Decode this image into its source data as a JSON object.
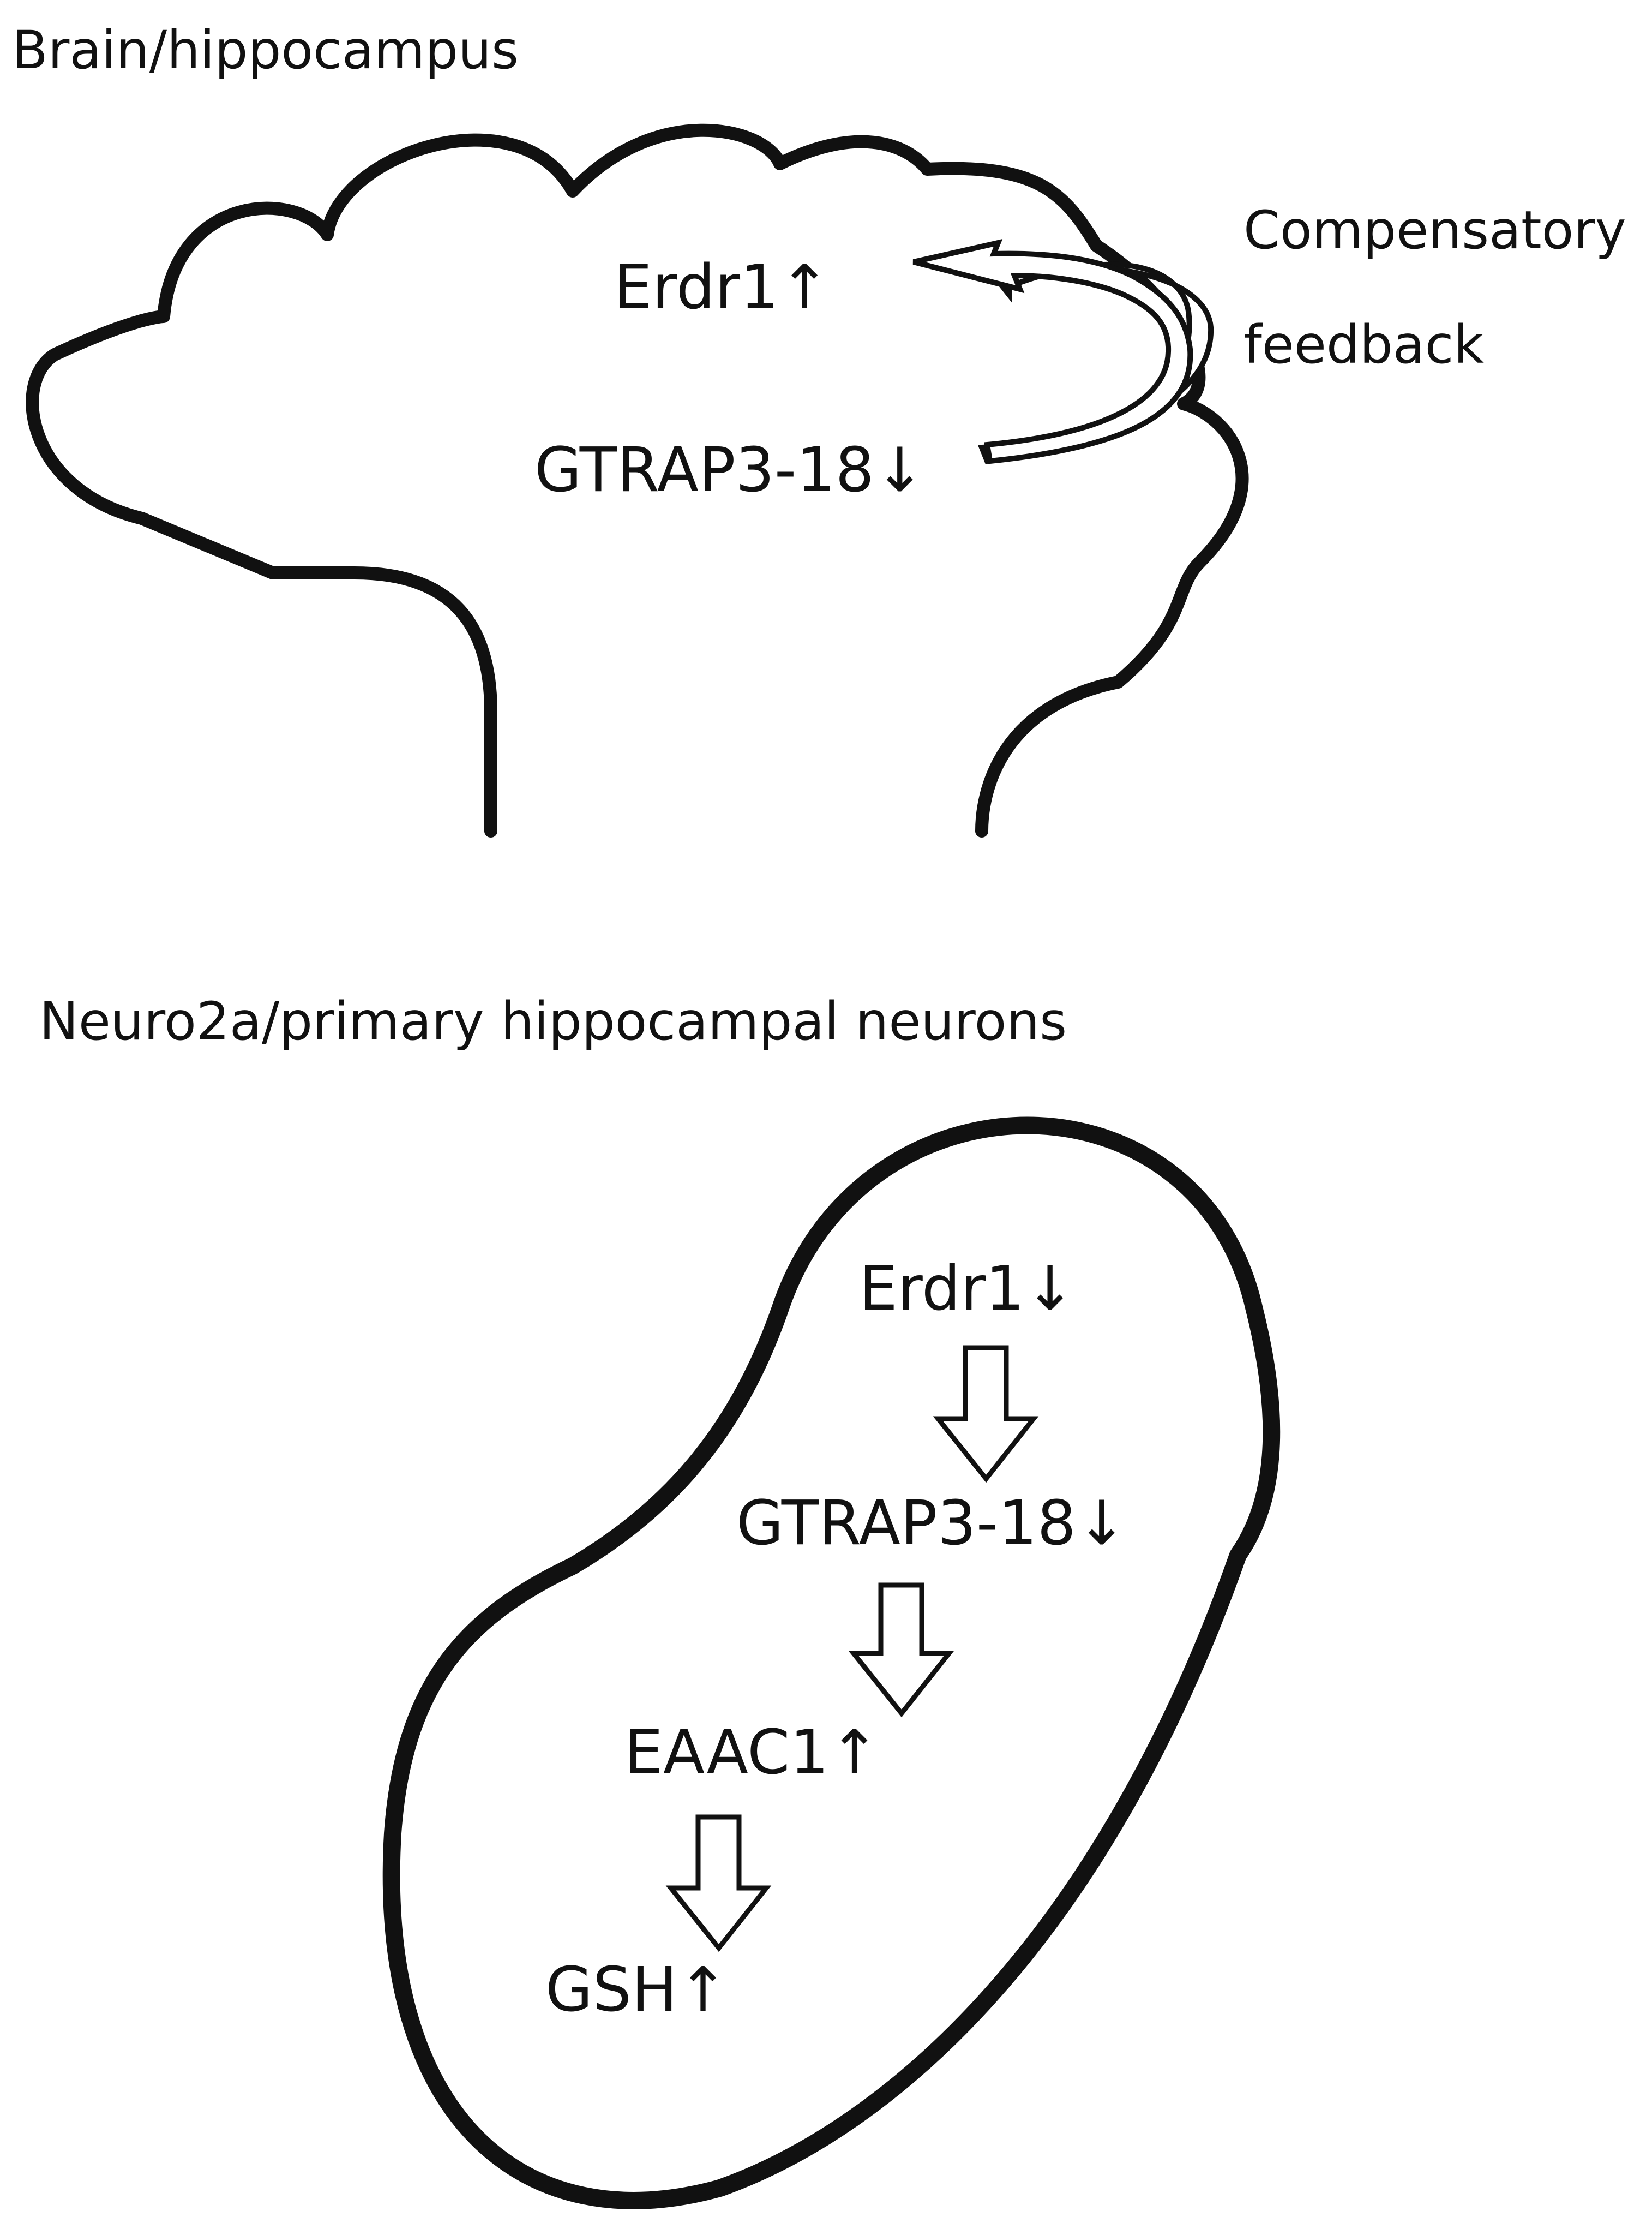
{
  "figure": {
    "brain_section": {
      "heading": "Brain/hippocampus",
      "items": [
        {
          "name": "Erdr1",
          "direction": "up",
          "text": "Erdr1↑"
        },
        {
          "name": "GTRAP3-18",
          "direction": "down",
          "text": "GTRAP3-18↓"
        }
      ],
      "feedback_label_line1": "Compensatory",
      "feedback_label_line2": "feedback"
    },
    "cell_section": {
      "heading": "Neuro2a/primary hippocampal neurons",
      "cascade": [
        {
          "name": "Erdr1",
          "direction": "down",
          "text": "Erdr1↓"
        },
        {
          "name": "GTRAP3-18",
          "direction": "down",
          "text": "GTRAP3-18↓"
        },
        {
          "name": "EAAC1",
          "direction": "up",
          "text": "EAAC1↑"
        },
        {
          "name": "GSH",
          "direction": "up",
          "text": "GSH↑"
        }
      ]
    }
  },
  "colors": {
    "stroke": "#111111",
    "background": "#ffffff"
  },
  "icons": {
    "brain_shape": "brain-outline",
    "cell_shape": "neuron-cell-outline",
    "feedback_arrow": "curved-hollow-arrow",
    "cascade_arrow": "hollow-down-arrow"
  }
}
